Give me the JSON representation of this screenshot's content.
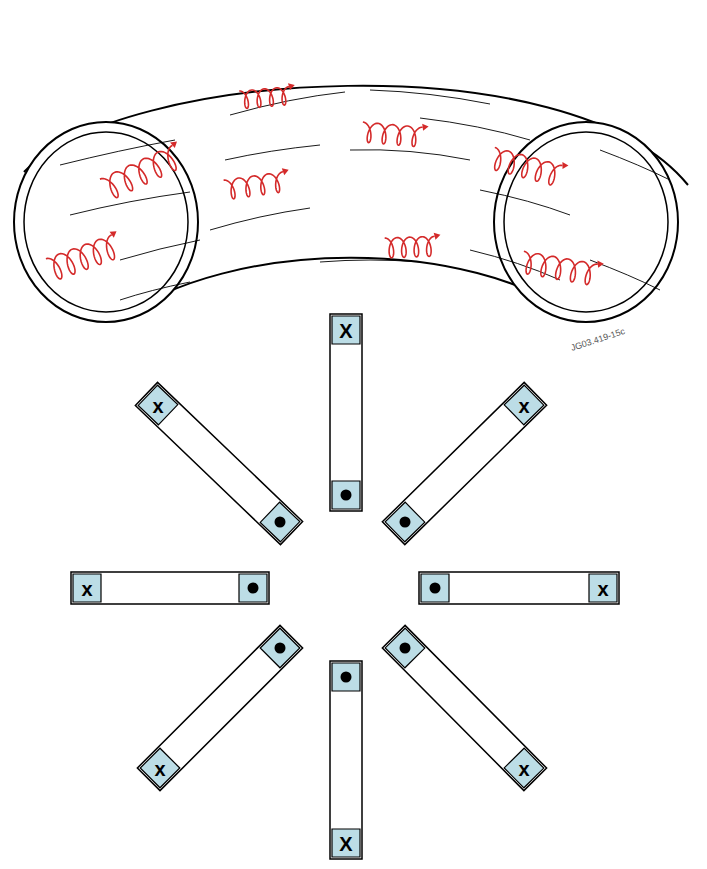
{
  "diagram": {
    "labels": [
      "X",
      "x",
      "x",
      "x",
      "x",
      "x",
      "X",
      "x",
      "JG03.419-15c"
    ]
  }
}
